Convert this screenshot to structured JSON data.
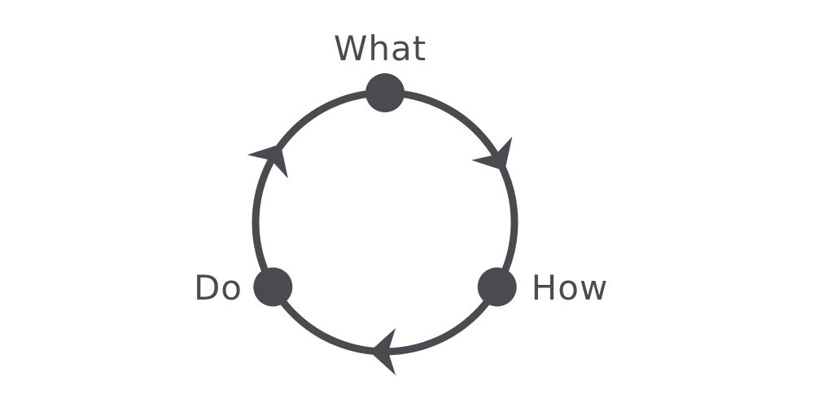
{
  "diagram": {
    "type": "cycle",
    "direction": "clockwise",
    "background_color": "#ffffff",
    "accent_color": "#4a4a50",
    "node_count": 3,
    "arrow_count": 3
  },
  "nodes": [
    {
      "label": "What",
      "position": "top"
    },
    {
      "label": "How",
      "position": "bottom-right"
    },
    {
      "label": "Do",
      "position": "bottom-left"
    }
  ],
  "arrows": [
    {
      "position": "upper-right",
      "points": "down-right"
    },
    {
      "position": "bottom",
      "points": "left"
    },
    {
      "position": "upper-left",
      "points": "up-right"
    }
  ]
}
